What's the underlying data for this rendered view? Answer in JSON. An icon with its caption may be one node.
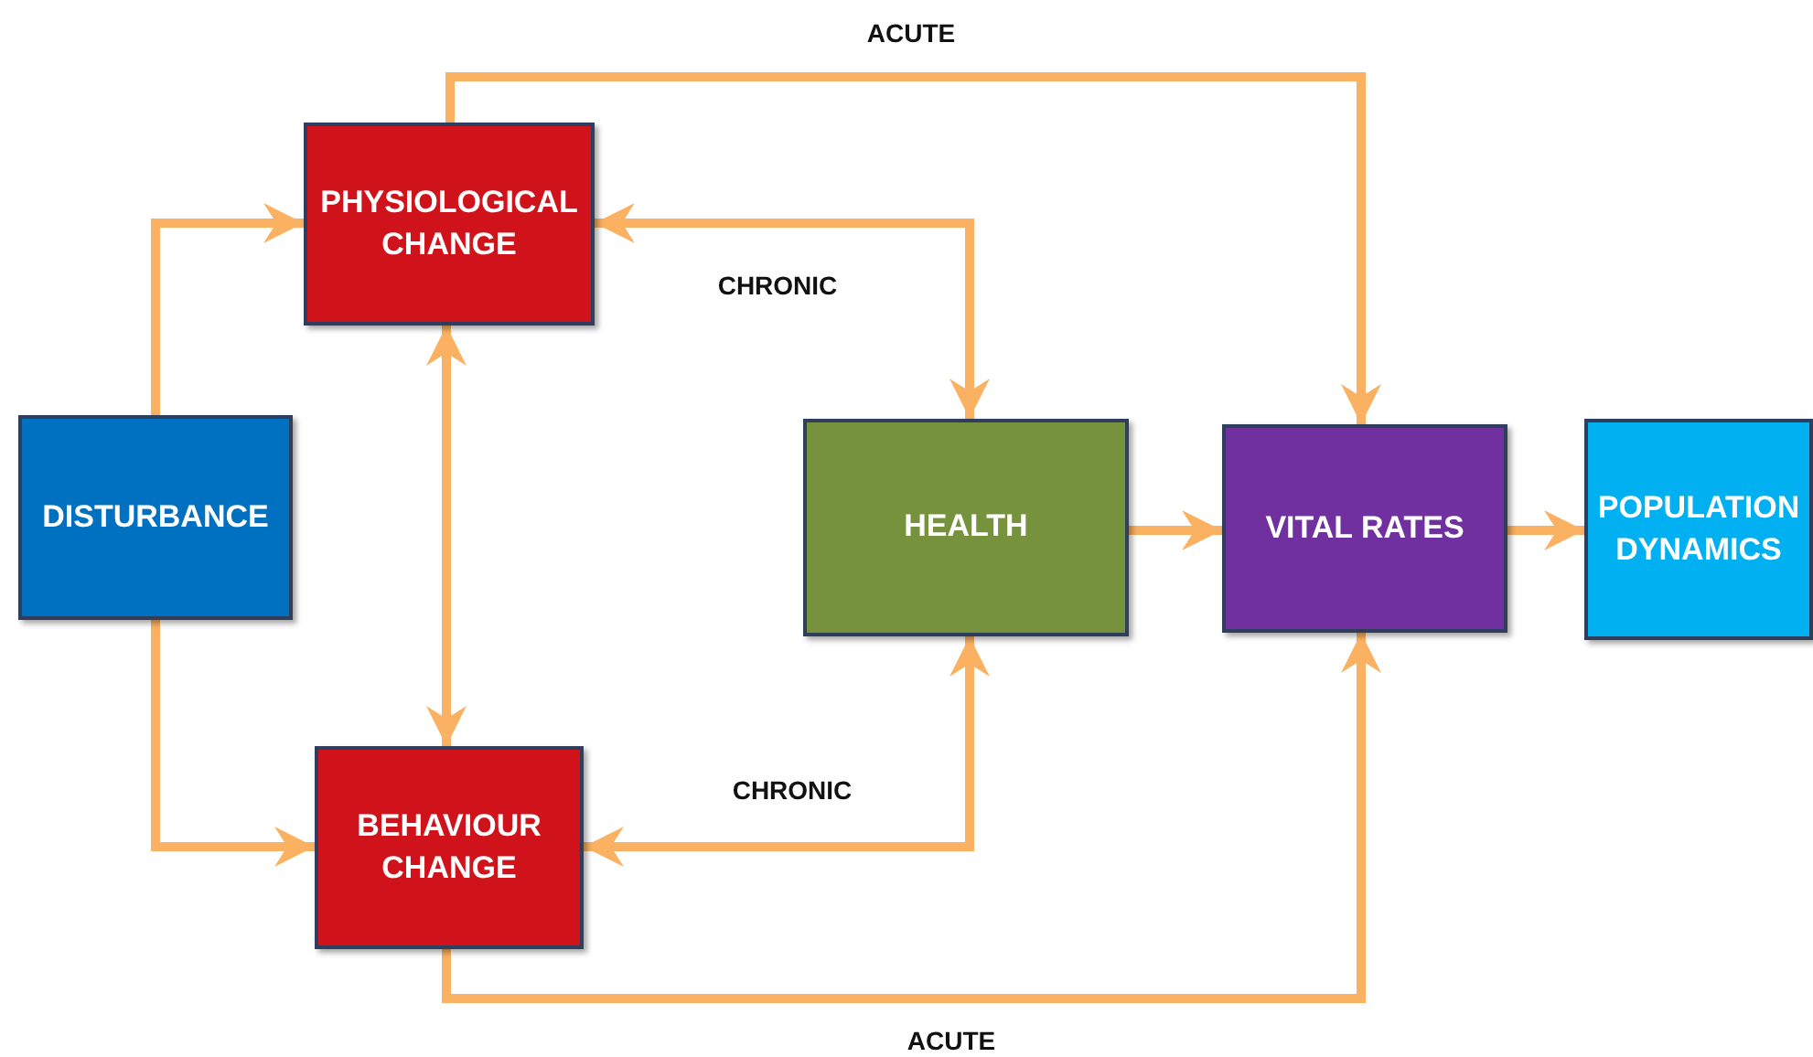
{
  "diagram": {
    "nodes": [
      {
        "text": [
          "DISTURBANCE"
        ]
      },
      {
        "text": [
          "PHYSIOLOGICAL CHANGE"
        ]
      },
      {
        "text": [
          "BEHAVIOUR CHANGE"
        ]
      },
      {
        "text": [
          "HEALTH"
        ]
      },
      {
        "text": [
          "VITAL RATES"
        ]
      },
      {
        "text": [
          "POPULATION DYNAMICS"
        ]
      }
    ],
    "edges": [
      {
        "from": 0,
        "to": 1,
        "arrow": "to"
      },
      {
        "from": 0,
        "to": 2,
        "arrow": "to"
      },
      {
        "from": 1,
        "to": 2,
        "arrow": "both"
      },
      {
        "from": 1,
        "to": 3,
        "arrow": "both",
        "label": "CHRONIC"
      },
      {
        "from": 2,
        "to": 3,
        "arrow": "both",
        "label": "CHRONIC"
      },
      {
        "from": 1,
        "to": 4,
        "arrow": "to",
        "label": "ACUTE"
      },
      {
        "from": 2,
        "to": 4,
        "arrow": "to",
        "label": "ACUTE"
      },
      {
        "from": 3,
        "to": 4,
        "arrow": "to"
      },
      {
        "from": 4,
        "to": 5,
        "arrow": "to"
      }
    ]
  }
}
